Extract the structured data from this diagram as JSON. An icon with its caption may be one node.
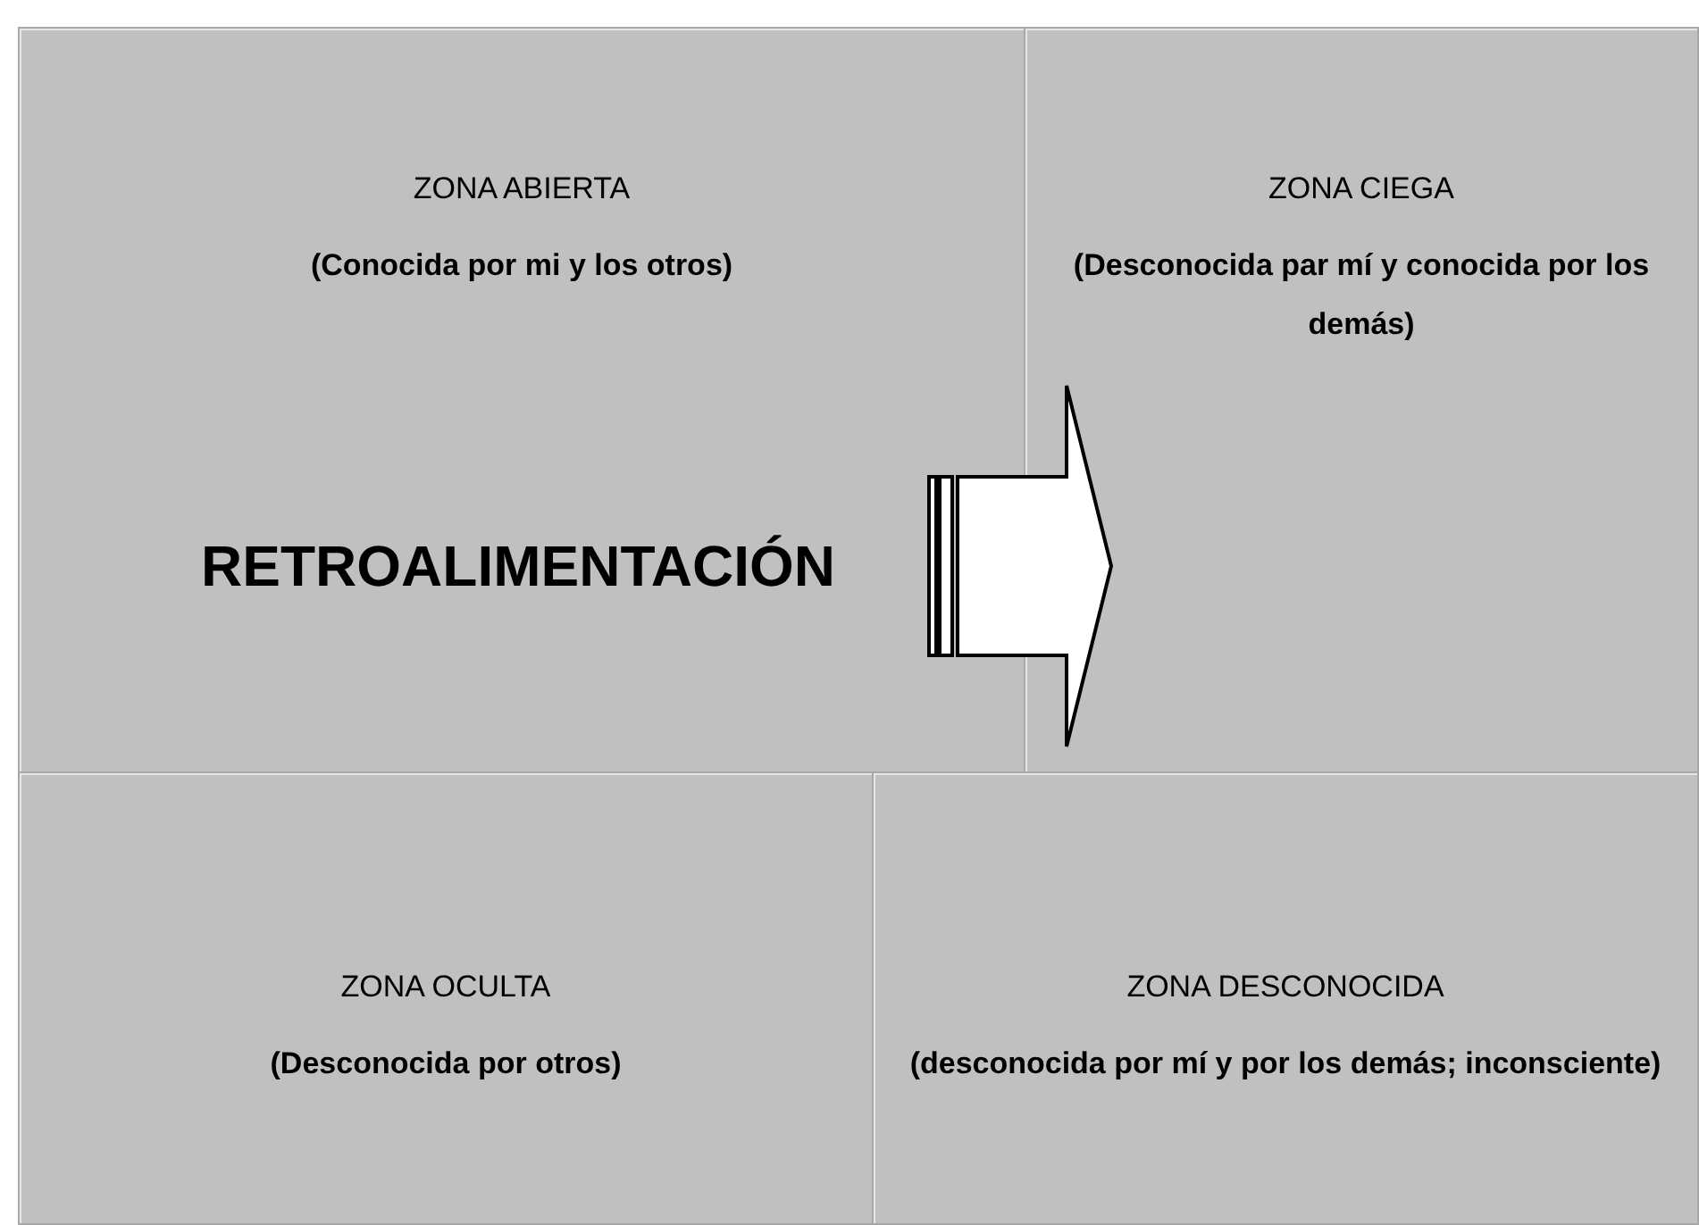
{
  "diagram": {
    "nodes": [
      {
        "text": [
          "ZONA ABIERTA",
          "(Conocida por mi y los otros)"
        ]
      },
      {
        "text": [
          "ZONA CIEGA",
          "(Desconocida par mí y conocida por los demás)"
        ]
      },
      {
        "text": [
          "ZONA OCULTA",
          "(Desconocida por otros)"
        ]
      },
      {
        "text": [
          "ZONA DESCONOCIDA",
          "(desconocida por mí y por los demás; inconsciente)"
        ]
      },
      {
        "text": [
          "RETROALIMENTACIÓN"
        ],
        "in": 0
      }
    ],
    "edges": [
      {
        "from": 4,
        "to": 1,
        "arrow": "to"
      }
    ]
  }
}
